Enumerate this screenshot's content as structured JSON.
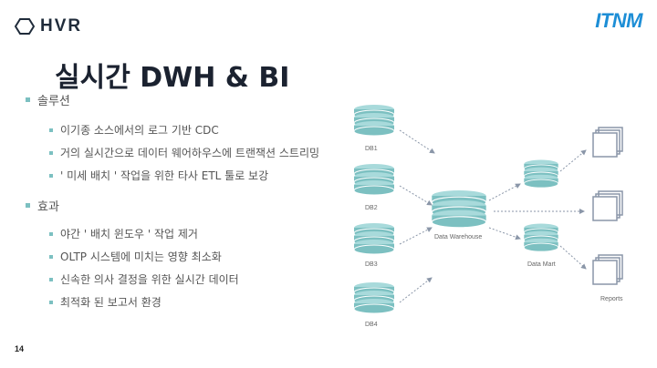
{
  "header": {
    "logo_left": "HVR",
    "logo_right": "ITNM",
    "title": "실시간 DWH & BI"
  },
  "sections": [
    {
      "heading": "솔루션",
      "items": [
        "이기종 소스에서의 로그 기반 CDC",
        "거의 실시간으로 데이터 웨어하우스에 트랜잭션 스트리밍",
        "' 미세 배치 ' 작업을 위한 타사 ETL 툴로 보강"
      ]
    },
    {
      "heading": "효과",
      "items": [
        "야간 ' 배치 윈도우 ' 작업 제거",
        "OLTP 시스템에 미치는 영향 최소화",
        "신속한 의사 결정을 위한 실시간 데이터",
        "최적화 된 보고서 환경"
      ]
    }
  ],
  "diagram": {
    "sources": [
      "DB1",
      "DB2",
      "DB3",
      "DB4"
    ],
    "warehouse": "Data Warehouse",
    "mart": "Data Mart",
    "reports": "Reports",
    "db_color": "#7cc0c1",
    "arrow_color": "#8a96a8"
  },
  "footer": {
    "page_number": "14"
  }
}
